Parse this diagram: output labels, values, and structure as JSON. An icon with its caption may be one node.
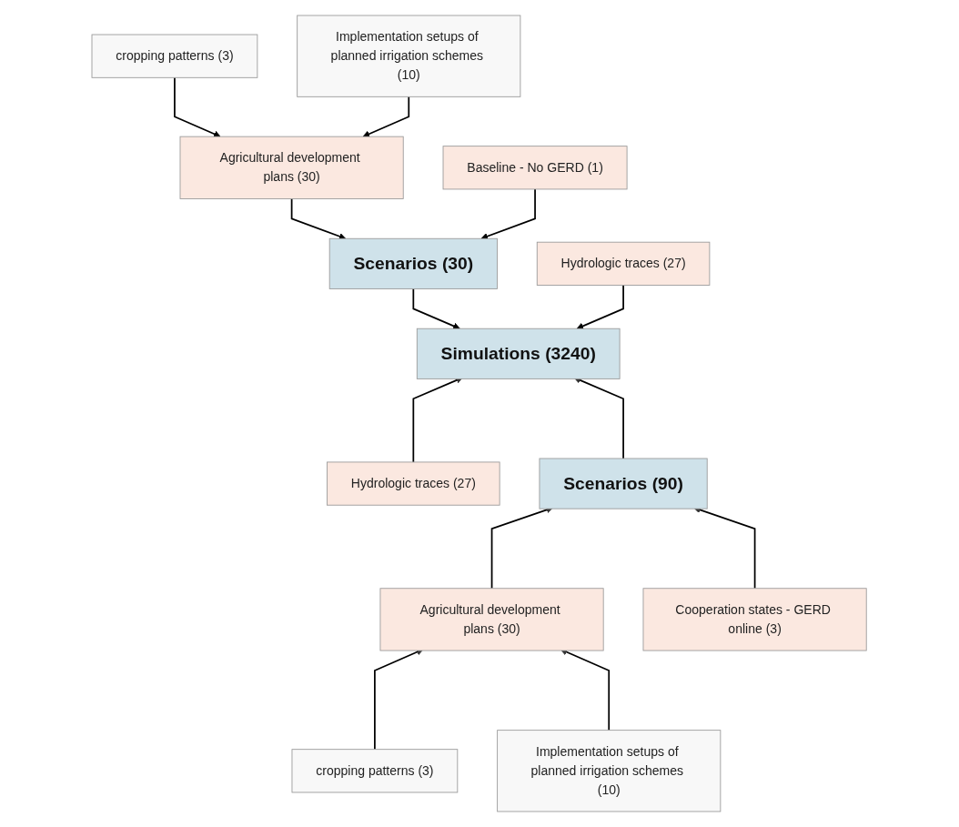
{
  "diagram": {
    "nodes": [
      {
        "text": [
          "cropping patterns (3)"
        ]
      },
      {
        "text": [
          "Implementation setups of planned irrigation schemes (10)"
        ]
      },
      {
        "text": [
          "Agricultural development plans (30)"
        ]
      },
      {
        "text": [
          "Baseline - No GERD (1)"
        ]
      },
      {
        "text": [
          "Scenarios (30)"
        ]
      },
      {
        "text": [
          "Hydrologic traces (27)"
        ]
      },
      {
        "text": [
          "Simulations (3240)"
        ]
      },
      {
        "text": [
          "Hydrologic traces (27)"
        ]
      },
      {
        "text": [
          "Scenarios (90)"
        ]
      },
      {
        "text": [
          "Agricultural development plans (30)"
        ]
      },
      {
        "text": [
          "Cooperation states - GERD online (3)"
        ]
      },
      {
        "text": [
          "cropping patterns (3)"
        ]
      },
      {
        "text": [
          "Implementation setups of planned irrigation schemes (10)"
        ]
      }
    ],
    "edges": [
      {
        "from": 0,
        "to": 2,
        "arrow": "to"
      },
      {
        "from": 1,
        "to": 2,
        "arrow": "to"
      },
      {
        "from": 2,
        "to": 4,
        "arrow": "to"
      },
      {
        "from": 3,
        "to": 4,
        "arrow": "to"
      },
      {
        "from": 4,
        "to": 6,
        "arrow": "to"
      },
      {
        "from": 5,
        "to": 6,
        "arrow": "to"
      },
      {
        "from": 8,
        "to": 6,
        "arrow": "to"
      },
      {
        "from": 7,
        "to": 6,
        "arrow": "to"
      },
      {
        "from": 9,
        "to": 8,
        "arrow": "to"
      },
      {
        "from": 10,
        "to": 8,
        "arrow": "to"
      },
      {
        "from": 11,
        "to": 9,
        "arrow": "to"
      },
      {
        "from": 12,
        "to": 9,
        "arrow": "to"
      }
    ]
  }
}
